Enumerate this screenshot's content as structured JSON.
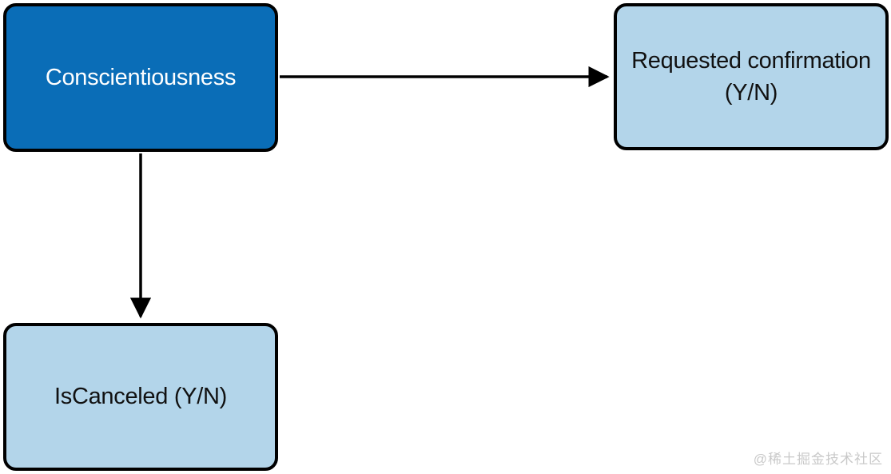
{
  "diagram": {
    "nodes": [
      {
        "id": "conscientiousness",
        "label": "Conscientiousness",
        "variant": "primary"
      },
      {
        "id": "requested-confirmation",
        "label": "Requested confirmation (Y/N)",
        "variant": "secondary"
      },
      {
        "id": "is-canceled",
        "label": "IsCanceled (Y/N)",
        "variant": "secondary"
      }
    ],
    "edges": [
      {
        "from": "conscientiousness",
        "to": "requested-confirmation",
        "direction": "right"
      },
      {
        "from": "conscientiousness",
        "to": "is-canceled",
        "direction": "down"
      }
    ],
    "colors": {
      "primary_fill": "#0a6db7",
      "primary_text": "#ffffff",
      "secondary_fill": "#b3d5ea",
      "secondary_text": "#111111",
      "border": "#000000",
      "arrow": "#000000",
      "watermark": "#c9c9c9"
    }
  },
  "watermark": {
    "label": "@稀土掘金技术社区"
  }
}
